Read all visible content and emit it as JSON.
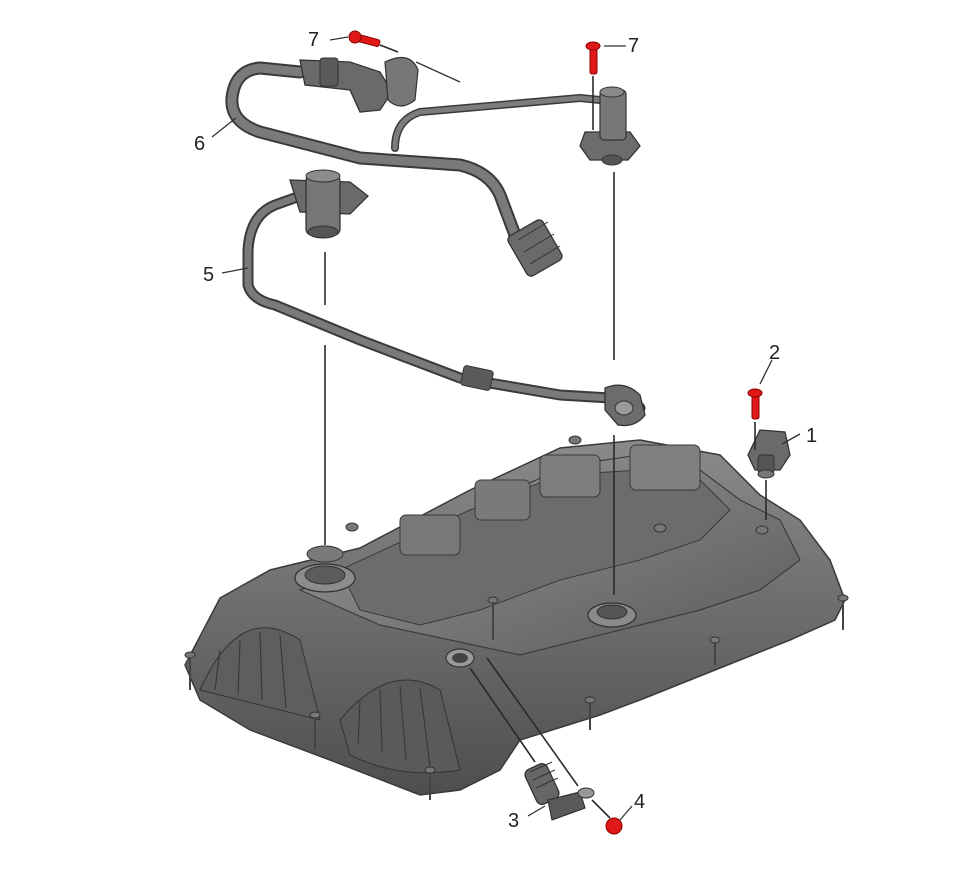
{
  "callouts": {
    "c1": "1",
    "c2": "2",
    "c3": "3",
    "c4": "4",
    "c5": "5",
    "c6": "6",
    "c7a": "7",
    "c7b": "7"
  },
  "colors": {
    "part_dark": "#4a4a4a",
    "part_mid": "#6a6a6a",
    "part_light": "#8e8e8e",
    "fastener_red": "#e01818",
    "line": "#333333"
  },
  "icons": [
    "bolt-icon",
    "sensor-icon",
    "hose-icon",
    "valve-cover-icon"
  ]
}
